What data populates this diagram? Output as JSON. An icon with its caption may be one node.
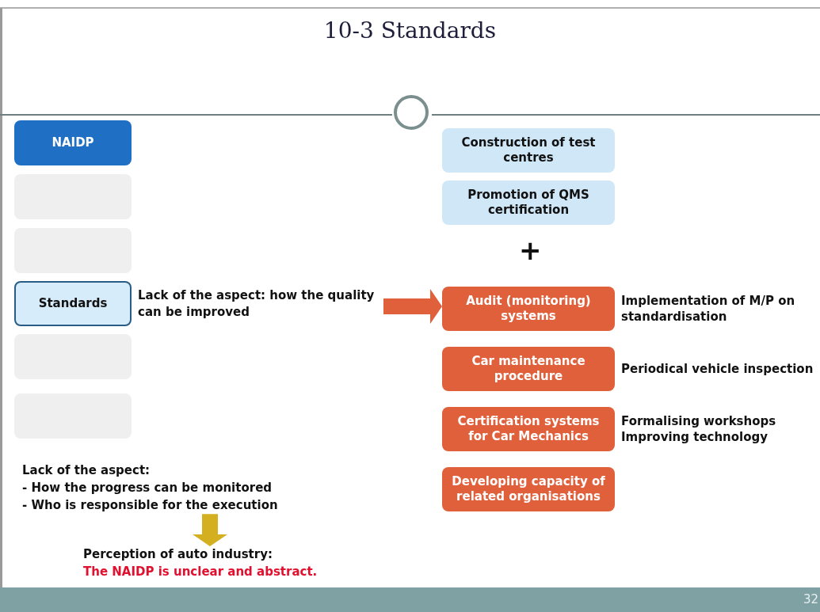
{
  "diagram": {
    "title": "10-3 Standards",
    "nodes": [
      {
        "text": [
          "NAIDP"
        ]
      },
      {
        "text": [],
        "shape": "box"
      },
      {
        "text": [],
        "shape": "box"
      },
      {
        "text": [
          "Standards"
        ],
        "beside": [
          "Lack of the aspect: how the quality can be improved"
        ]
      },
      {
        "text": [],
        "shape": "box"
      },
      {
        "text": [],
        "shape": "box"
      },
      {
        "text": [
          "Construction of test centres"
        ]
      },
      {
        "text": [
          "Promotion of QMS certification"
        ]
      },
      {
        "text": [
          "Audit (monitoring) systems"
        ],
        "beside": [
          "Implementation of M/P on standardisation"
        ]
      },
      {
        "text": [
          "Car maintenance procedure"
        ],
        "beside": [
          "Periodical vehicle inspection"
        ]
      },
      {
        "text": [
          "Certification systems for Car Mechanics"
        ],
        "beside": [
          "Formalising workshops",
          "Improving technology"
        ]
      },
      {
        "text": [
          "Developing capacity of related organisations"
        ]
      },
      {
        "text": [
          "Lack of the aspect:",
          "- How the progress can be monitored",
          "- Who is responsible for the execution"
        ]
      },
      {
        "text": [
          "Perception of auto industry:",
          "The NAIDP is unclear and abstract."
        ]
      }
    ],
    "edges": [
      {
        "from": 3,
        "to": 8,
        "arrow": "to",
        "color": "#e0603c"
      },
      {
        "from": 12,
        "to": 13,
        "arrow": "to",
        "color": "#d4b020"
      }
    ],
    "labels": [
      "+",
      "32"
    ]
  }
}
